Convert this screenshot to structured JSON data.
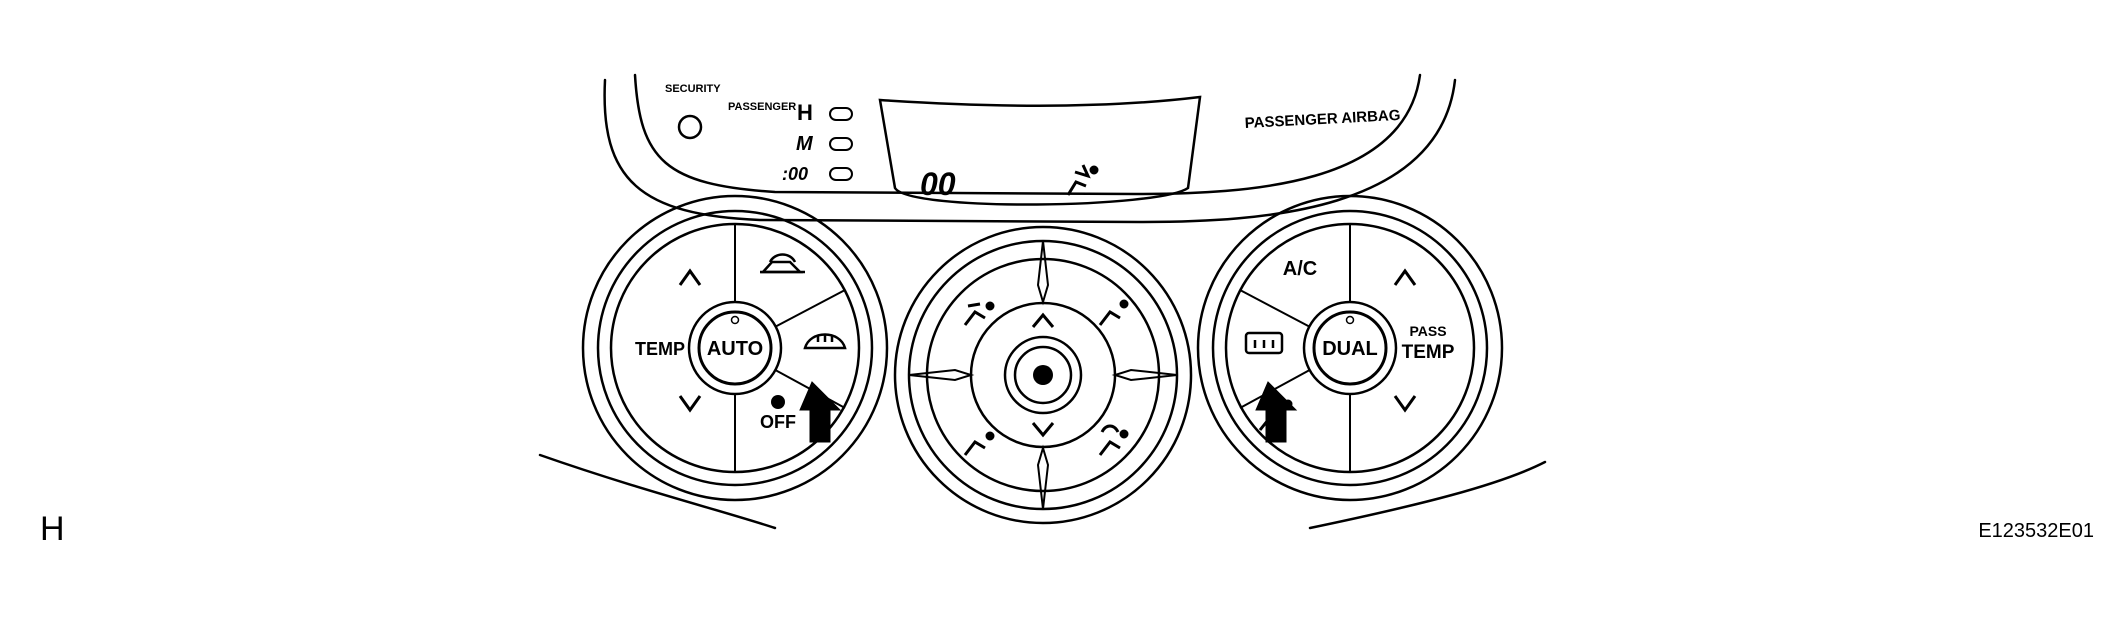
{
  "panel": {
    "security_label": "SECURITY",
    "passenger_label": "PASSENGER",
    "indicator_h": "H",
    "indicator_m": "M",
    "indicator_00": ":00",
    "display_digits": "00",
    "passenger_airbag_label": "PASSENGER AIRBAG"
  },
  "left_dial": {
    "temp_label": "TEMP",
    "auto_label": "AUTO",
    "off_label": "OFF",
    "up_symbol": "^",
    "down_symbol": "v"
  },
  "right_dial": {
    "ac_label": "A/C",
    "dual_label": "DUAL",
    "pass_label": "PASS",
    "temp_label": "TEMP"
  },
  "figure": {
    "corner_left": "H",
    "corner_right": "E123532E01"
  }
}
